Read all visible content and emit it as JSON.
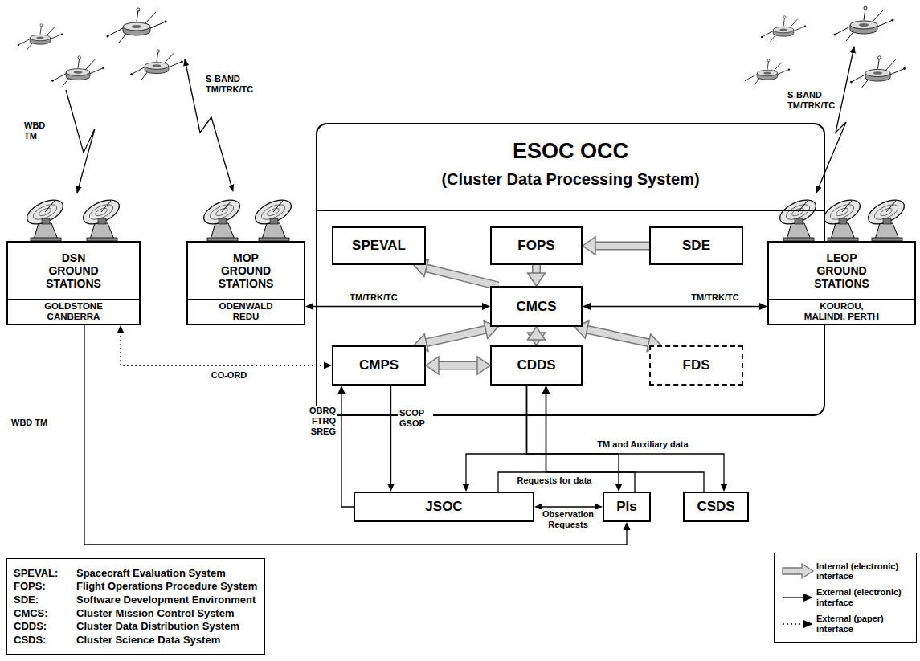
{
  "diagram": {
    "nodes": [
      {
        "text": [
          "ESOC OCC",
          "(Cluster Data Processing System)"
        ]
      },
      {
        "text": [
          "SPEVAL"
        ],
        "in": 0
      },
      {
        "text": [
          "FOPS"
        ],
        "in": 0
      },
      {
        "text": [
          "SDE"
        ],
        "in": 0
      },
      {
        "text": [
          "CMCS"
        ],
        "in": 0
      },
      {
        "text": [
          "CMPS"
        ],
        "in": 0
      },
      {
        "text": [
          "CDDS"
        ],
        "in": 0
      },
      {
        "text": [
          "FDS"
        ],
        "in": 0
      },
      {
        "text": [
          "DSN GROUND STATIONS",
          "GOLDSTONE CANBERRA"
        ]
      },
      {
        "text": [
          "MOP GROUND STATIONS",
          "ODENWALD REDU"
        ]
      },
      {
        "text": [
          "LEOP GROUND STATIONS",
          "KOUROU, MALINDI, PERTH"
        ]
      },
      {
        "text": [
          "JSOC"
        ]
      },
      {
        "text": [
          "PIs"
        ]
      },
      {
        "text": [
          "CSDS"
        ]
      }
    ],
    "edges": [
      {
        "from": 3,
        "to": 2,
        "arrow": "to"
      },
      {
        "from": 2,
        "to": 4,
        "arrow": "to"
      },
      {
        "from": 4,
        "to": 1,
        "arrow": "to"
      },
      {
        "from": 4,
        "to": 5,
        "arrow": "both"
      },
      {
        "from": 4,
        "to": 6,
        "arrow": "both"
      },
      {
        "from": 4,
        "to": 7,
        "arrow": "both"
      },
      {
        "from": 5,
        "to": 6,
        "arrow": "both"
      },
      {
        "from": 9,
        "to": 4,
        "label": "TM/TRK/TC",
        "arrow": "both"
      },
      {
        "from": 4,
        "to": 10,
        "label": "TM/TRK/TC",
        "arrow": "both"
      },
      {
        "from": 8,
        "to": 5,
        "label": "CO-ORD",
        "arrow": "both"
      },
      {
        "from": 5,
        "to": 11,
        "label": "SCOP GSOP",
        "arrow": "to"
      },
      {
        "from": 11,
        "to": 5,
        "label": "OBRQ FTRQ SREG",
        "arrow": "to"
      },
      {
        "from": 6,
        "to": 11,
        "arrow": "to"
      },
      {
        "from": 6,
        "to": 12,
        "arrow": "to"
      },
      {
        "from": 6,
        "to": 13,
        "label": "TM and Auxiliary data",
        "arrow": "to"
      },
      {
        "from": 11,
        "to": 6,
        "label": "Requests for data",
        "arrow": "to"
      },
      {
        "from": 12,
        "to": 6,
        "arrow": "to"
      },
      {
        "from": 13,
        "to": 6,
        "arrow": "to"
      },
      {
        "from": 11,
        "to": 12,
        "label": "Observation Requests",
        "arrow": "both"
      },
      {
        "from": 8,
        "to": 12,
        "label": "WBD TM",
        "arrow": "to"
      }
    ],
    "labels": [
      "WBD TM",
      "S-BAND TM/TRK/TC",
      "S-BAND TM/TRK/TC",
      "SPEVAL:",
      "Spacecraft Evaluation System",
      "FOPS:",
      "Flight Operations Procedure System",
      "SDE:",
      "Software Development Environment",
      "CMCS:",
      "Cluster Mission Control System",
      "CDDS:",
      "Cluster Data Distribution System",
      "CSDS:",
      "Cluster Science Data System"
    ],
    "legend": [
      {
        "text": "Internal (electronic) interface"
      },
      {
        "text": "External (electronic) interface"
      },
      {
        "text": "External (paper) interface"
      }
    ]
  }
}
